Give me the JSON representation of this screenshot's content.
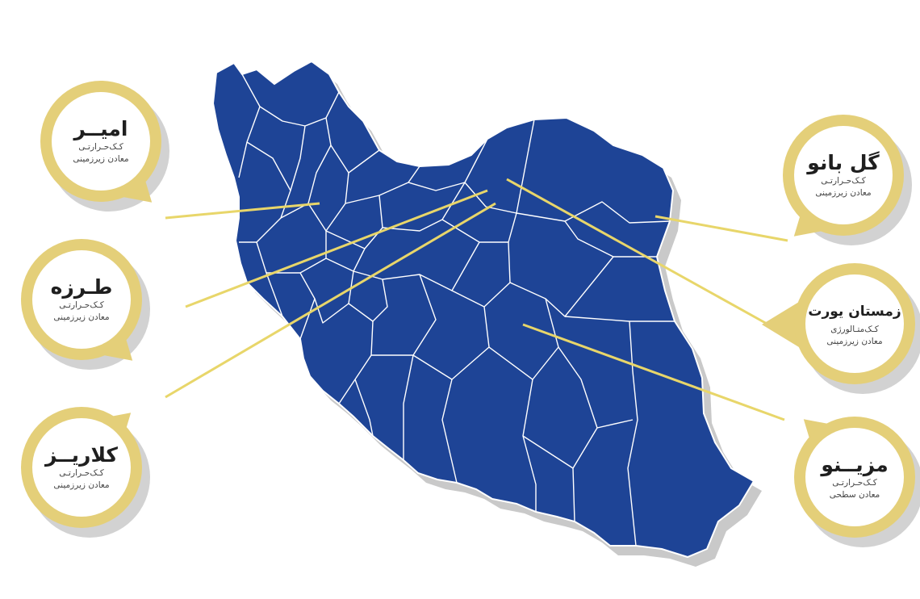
{
  "colors": {
    "map_fill": "#1e4496",
    "map_border": "#ffffff",
    "map_shadow": "#c9c9c9",
    "pin_ring": "#e4cf79",
    "pin_shadow": "#d2d2d2",
    "leader_line": "#e8d66a",
    "title_text": "#1f1f1f"
  },
  "pins": {
    "amir": {
      "title": "امیــر",
      "sub1": "کـک‌حـرارتـی",
      "sub2": "معادن زیرزمینی"
    },
    "tarze": {
      "title": "طـرزه",
      "sub1": "کـک‌حـرارتـی",
      "sub2": "معادن زیرزمینی"
    },
    "kalariz": {
      "title": "کلاریــز",
      "sub1": "کـک‌حـرارتـی",
      "sub2": "معادن زیرزمینی"
    },
    "golbano": {
      "title": "گل بانو",
      "sub1": "کـک‌حـرارتـی",
      "sub2": "معادن زیرزمینی"
    },
    "zemestanyurt": {
      "title": "زمستان یورت",
      "sub1": "کـک‌متـالورژی",
      "sub2": "معادن زیرزمینی"
    },
    "mazino": {
      "title": "مزیــنو",
      "sub1": "کـک‌حـرارتـی",
      "sub2": "معادن سطحی"
    }
  }
}
